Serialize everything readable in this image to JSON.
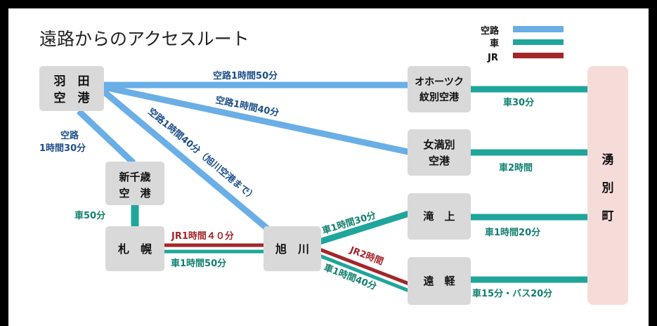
{
  "title": "遠路からのアクセスルート",
  "legend": [
    {
      "label": "空路",
      "color": "#6aaee6"
    },
    {
      "label": "車",
      "color": "#1fa59b"
    },
    {
      "label": "JR",
      "color": "#a3262a"
    }
  ],
  "colors": {
    "air": "#6aaee6",
    "car": "#1fa59b",
    "jr": "#a3262a",
    "node": "#d9d9d9",
    "destination": "#f6dcd8",
    "air_text": "#1c4f8a",
    "car_text": "#11806f",
    "jr_text": "#a3262a"
  },
  "nodes": {
    "haneda": [
      "羽　田",
      "空　港"
    ],
    "shinchitose": [
      "新千歳",
      "空　港"
    ],
    "sapporo": [
      "札　幌"
    ],
    "asahikawa": [
      "旭　川"
    ],
    "okhotsk": [
      "オホーツク",
      "紋別空港"
    ],
    "memanbetsu": [
      "女満別",
      "空港"
    ],
    "takinoue": [
      "滝　上"
    ],
    "engaru": [
      "遠　軽"
    ],
    "yubetsu": [
      "湧",
      "別",
      "町"
    ]
  },
  "routes": {
    "haneda_okhotsk": "空路1時間50分",
    "haneda_memanbetsu": "空路1時間40分",
    "haneda_asahikawa": "空路1時間40分（旭川空港まで）",
    "haneda_shinchitose": [
      "空路",
      "1時間30分"
    ],
    "shinchitose_sapporo": "車50分",
    "sapporo_asahikawa_jr": "JR1時間４０分",
    "sapporo_asahikawa_car": "車1時間50分",
    "asahikawa_takinoue": "車1時間30分",
    "asahikawa_engaru_jr": "JR2時間",
    "asahikawa_engaru_car": "車1時間40分",
    "okhotsk_yubetsu": "車30分",
    "memanbetsu_yubetsu": "車2時間",
    "takinoue_yubetsu": "車1時間20分",
    "engaru_yubetsu": "車15分・バス20分"
  }
}
